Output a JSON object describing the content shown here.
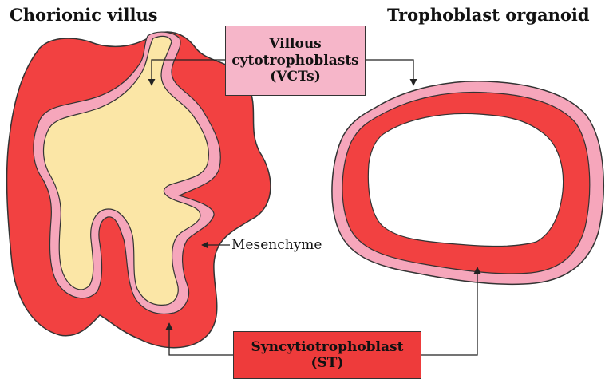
{
  "titles": {
    "left": "Chorionic villus",
    "right": "Trophoblast organoid"
  },
  "labels": {
    "vct": [
      "Villous",
      "cytotrophoblasts",
      "(VCTs)"
    ],
    "st": [
      "Syncytiotrophoblast",
      "(ST)"
    ],
    "mesenchyme": "Mesenchyme"
  },
  "colors": {
    "syncytiotrophoblast": "#f24141",
    "cytotrophoblast": "#f6a6bb",
    "mesenchyme": "#fbe6a6",
    "vct_box": "#f6b6c9",
    "st_box": "#ee3b3b",
    "outline": "#333333"
  }
}
